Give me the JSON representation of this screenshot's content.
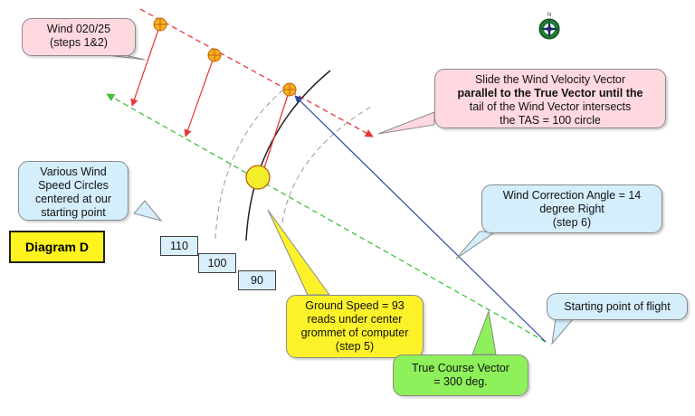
{
  "callouts": {
    "wind": {
      "line1": "Wind 020/25",
      "line2": "(steps 1&2)"
    },
    "slide": {
      "line1": "Slide the Wind Velocity Vector",
      "line2": "parallel to the True Vector until the",
      "line3": "tail of the Wind Vector intersects",
      "line4": "the TAS = 100 circle"
    },
    "circles": {
      "line1": "Various Wind",
      "line2": "Speed Circles",
      "line3": "centered at our",
      "line4": "starting point"
    },
    "wca": {
      "line1": "Wind Correction Angle = 14",
      "line2": "degree Right",
      "line3": "(step 6)"
    },
    "gs": {
      "line1": "Ground Speed = 93",
      "line2": "reads under center",
      "line3": "grommet of computer",
      "line4": "(step 5)"
    },
    "start": {
      "line1": "Starting point of flight"
    },
    "course": {
      "line1": "True Course Vector",
      "line2": "= 300 deg."
    }
  },
  "diagram_label": "Diagram D",
  "speed_boxes": [
    "110",
    "100",
    "90"
  ],
  "colors": {
    "wind_vector": "#e8363a",
    "true_course": "#3cc43c",
    "heading_vector": "#2a4a9c",
    "callout_pink": "#ffd9df",
    "callout_blue": "#d4eefc",
    "callout_yellow": "#fdf22a",
    "callout_green": "#8ef05a"
  },
  "icons": [
    "compass-rose-icon",
    "grommet-circle-icon"
  ]
}
